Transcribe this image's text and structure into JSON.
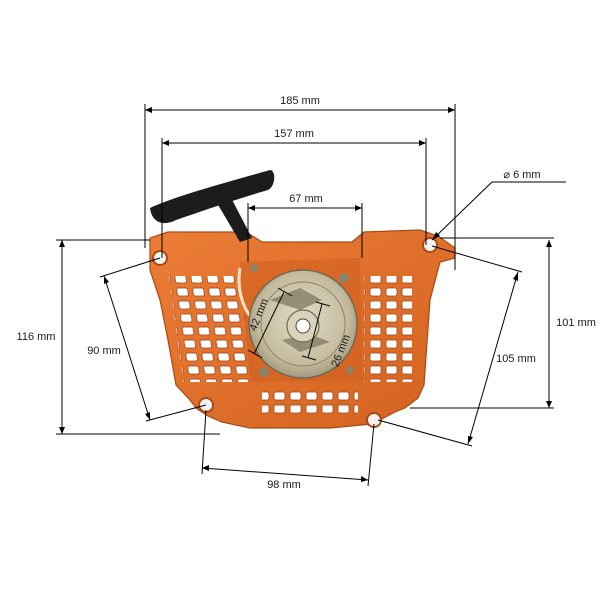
{
  "colors": {
    "housing": "#e06f2a",
    "housing_shadow": "#b9531a",
    "housing_highlight": "#f08a45",
    "grip": "#1c1c1c",
    "hub": "#c9c0a4",
    "hub_dark": "#8a826b",
    "dimension_line": "#000000",
    "background": "#ffffff"
  },
  "dimensions": {
    "overall_width": "185 mm",
    "hole_spacing_top": "157 mm",
    "opening_width": "67 mm",
    "hole_diameter": "⌀ 6 mm",
    "overall_height": "116 mm",
    "left_hole_spacing": "90 mm",
    "hub_outer": "42 mm",
    "hub_inner": "26 mm",
    "right_hole_height": "101 mm",
    "right_hole_spacing": "105 mm",
    "bottom_hole_spacing": "98 mm"
  }
}
